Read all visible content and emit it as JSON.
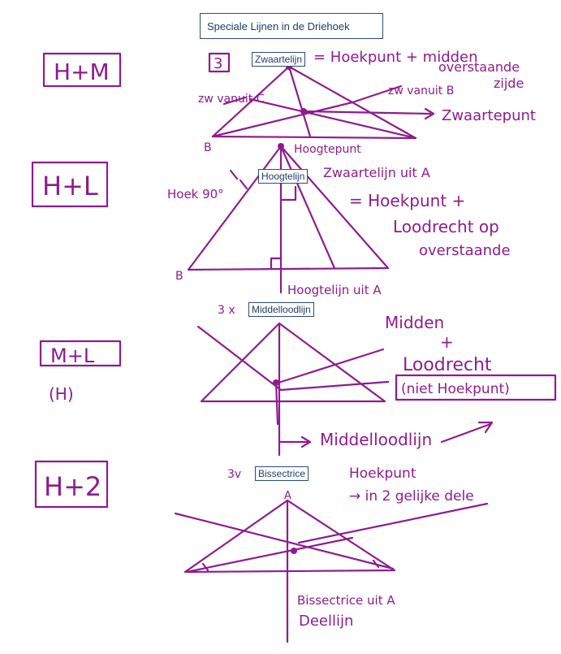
{
  "document": {
    "title": "Speciale Lijnen in de Driehoek",
    "labels": {
      "zwaartelijn": "Zwaartelijn",
      "hoogtelijn": "Hoogtelijn",
      "middelloodlijn": "Middelloodlijn",
      "bissectrice": "Bissectrice"
    }
  },
  "handwriting": {
    "hm": "H+M",
    "hl": "H+L",
    "ml": "M+L",
    "ml_sub": "(H)",
    "h2": "H+2",
    "n3": "3",
    "zw_def_1": "= Hoekpunt + midden",
    "zw_def_2": "overstaande",
    "zw_def_3": "zijde",
    "zw_vanuit_b": "zw vanuit B",
    "zw_c": "zw vanuit C",
    "zwaartepunt": "Zwaartepunt",
    "vertex_b1": "B",
    "hoogtepunt": "Hoogtepunt",
    "zw_vanuit_a": "Zwaartelijn uit A",
    "hoek_90": "Hoek 90°",
    "hl_def_1": "= Hoekpunt +",
    "hl_def_2": "Loodrecht op",
    "hl_def_3": "overstaande",
    "vertex_b2": "B",
    "hoogtelijn_a": "Hoogtelijn uit A",
    "n3x": "3 x",
    "mid_def_1": "Midden",
    "mid_def_2": "+",
    "mid_def_3": "Loodrecht",
    "mid_def_4": "(niet Hoekpunt)",
    "middelloodlijn": "Middelloodlijn",
    "n3v": "3v",
    "bis_def_1": "Hoekpunt",
    "bis_def_2": "→ in 2 gelijke dele",
    "vertex_a": "A",
    "bis_a": "Bissectrice uit A",
    "deellijn": "Deellijn"
  },
  "colors": {
    "ink": "#8e1c8e",
    "box_text": "#1f3c6e",
    "box_border": "#2e4a78"
  }
}
